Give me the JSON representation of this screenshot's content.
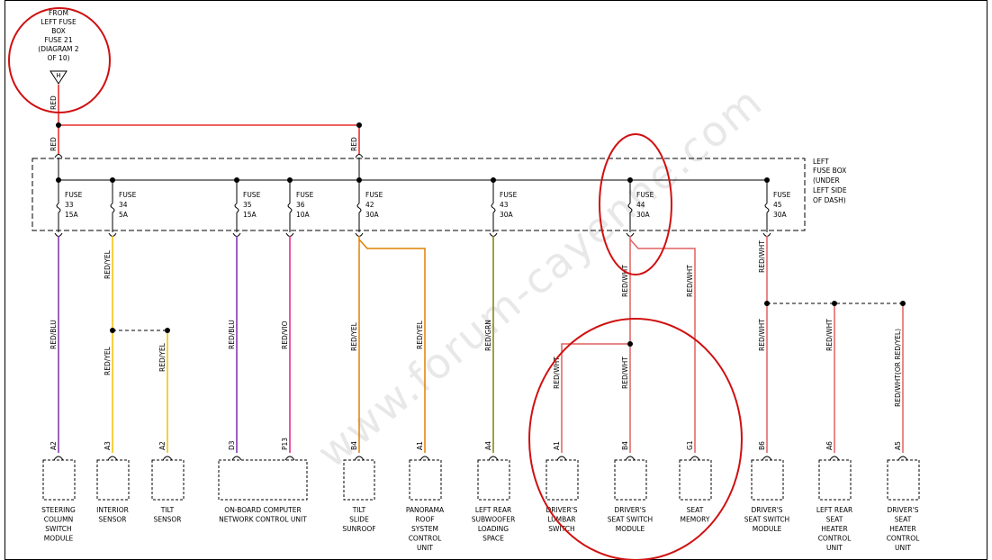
{
  "source": {
    "lines": [
      "FROM",
      "LEFT FUSE",
      "BOX",
      "FUSE 21",
      "(DIAGRAM 2",
      "OF 10)"
    ],
    "connector": "H",
    "wire": "RED"
  },
  "trunk_wire": "RED",
  "fusebox": {
    "lines": [
      "LEFT",
      "FUSE BOX",
      "(UNDER",
      "LEFT SIDE",
      "OF DASH)"
    ]
  },
  "fuses": [
    {
      "label": "FUSE",
      "num": "33",
      "amps": "15A"
    },
    {
      "label": "FUSE",
      "num": "34",
      "amps": "5A"
    },
    {
      "label": "FUSE",
      "num": "35",
      "amps": "15A"
    },
    {
      "label": "FUSE",
      "num": "36",
      "amps": "10A"
    },
    {
      "label": "FUSE",
      "num": "42",
      "amps": "30A"
    },
    {
      "label": "FUSE",
      "num": "43",
      "amps": "30A"
    },
    {
      "label": "FUSE",
      "num": "44",
      "amps": "30A"
    },
    {
      "label": "FUSE",
      "num": "45",
      "amps": "30A"
    }
  ],
  "wire_labels": {
    "w33": "RED/BLU",
    "w34a": "RED/YEL",
    "w34b": "RED/YEL",
    "w34c": "RED/YEL",
    "w35": "RED/BLU",
    "w36": "RED/VIO",
    "w42a": "RED/YEL",
    "w42b": "RED/YEL",
    "w43": "RED/GRN",
    "w44a": "RED/WHT",
    "w44b": "RED/WHT",
    "w44c": "RED/WHT",
    "w44d": "RED/WHT",
    "w45a": "RED/WHT",
    "w45b": "RED/WHT",
    "w45c": "RED/WHT",
    "w45d": "RED/WHT(OR RED/YEL)"
  },
  "pins": [
    "A2",
    "A3",
    "A2",
    "D3",
    "P13",
    "B4",
    "A1",
    "A4",
    "A1",
    "B4",
    "G1",
    "B6",
    "A6",
    "A5"
  ],
  "components": [
    {
      "lines": [
        "STEERING",
        "COLUMN",
        "SWITCH",
        "MODULE"
      ]
    },
    {
      "lines": [
        "INTERIOR",
        "SENSOR"
      ]
    },
    {
      "lines": [
        "TILT",
        "SENSOR"
      ]
    },
    {
      "lines": [
        "ON-BOARD COMPUTER",
        "NETWORK CONTROL UNIT"
      ]
    },
    {
      "lines": [
        "TILT",
        "SLIDE",
        "SUNROOF"
      ]
    },
    {
      "lines": [
        "PANORAMA",
        "ROOF",
        "SYSTEM",
        "CONTROL",
        "UNIT"
      ]
    },
    {
      "lines": [
        "LEFT REAR",
        "SUBWOOFER",
        "LOADING",
        "SPACE"
      ]
    },
    {
      "lines": [
        "DRIVER'S",
        "LUMBAR",
        "SWITCH"
      ]
    },
    {
      "lines": [
        "DRIVER'S",
        "SEAT SWITCH",
        "MODULE"
      ]
    },
    {
      "lines": [
        "SEAT",
        "MEMORY"
      ]
    },
    {
      "lines": [
        "DRIVER'S",
        "SEAT SWITCH",
        "MODULE"
      ]
    },
    {
      "lines": [
        "LEFT REAR",
        "SEAT",
        "HEATER",
        "CONTROL",
        "UNIT"
      ]
    },
    {
      "lines": [
        "DRIVER'S",
        "SEAT",
        "HEATER",
        "CONTROL",
        "UNIT"
      ]
    }
  ],
  "watermark": "www.forum-cayenne.com",
  "colors": {
    "red": "#e00000",
    "redblu": "#7b2fa8",
    "redyel": "#f0c000",
    "redvio": "#e0208a",
    "redyel_orange": "#e08000",
    "redgrn": "#808000",
    "redwht": "#e06060",
    "circle": "#d01010"
  }
}
